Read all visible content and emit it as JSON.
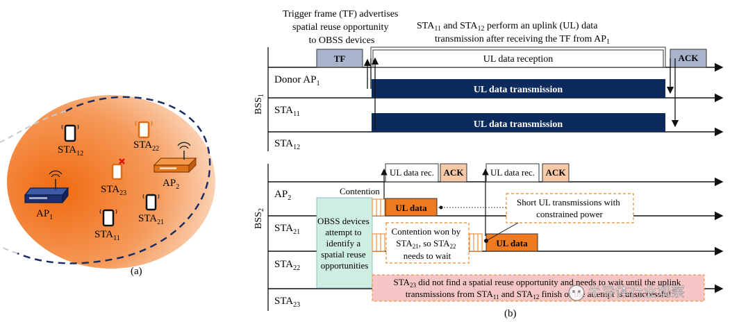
{
  "panel_a": {
    "caption": "(a)",
    "nodes": {
      "sta12": {
        "base": "STA",
        "sub": "12"
      },
      "sta22": {
        "base": "STA",
        "sub": "22"
      },
      "sta23": {
        "base": "STA",
        "sub": "23"
      },
      "ap2": {
        "base": "AP",
        "sub": "2"
      },
      "ap1": {
        "base": "AP",
        "sub": "1"
      },
      "sta21": {
        "base": "STA",
        "sub": "21"
      },
      "sta11": {
        "base": "STA",
        "sub": "11"
      }
    }
  },
  "panel_b": {
    "caption": "(b)",
    "annotations": {
      "trigger_l1": "Trigger frame (TF) advertises",
      "trigger_l2": "spatial reuse opportunity",
      "trigger_l3": "to OBSS devices",
      "uplink_l1_a": "STA",
      "uplink_l1_b": "11",
      "uplink_l1_c": " and STA",
      "uplink_l1_d": "12",
      "uplink_l1_e": " perform an uplink (UL) data",
      "uplink_l2_a": "transmission after receiving the TF from AP",
      "uplink_l2_b": "1"
    },
    "bss1": {
      "label": "BSS",
      "sub": "1",
      "rows": {
        "donor": {
          "base": "Donor AP",
          "sub": "1"
        },
        "sta11": {
          "base": "STA",
          "sub": "11"
        },
        "sta12": {
          "base": "STA",
          "sub": "12"
        }
      },
      "tf": "TF",
      "ul_reception": "UL data reception",
      "ack": "ACK",
      "ul_tx1": "UL data transmission",
      "ul_tx2": "UL data transmission"
    },
    "bss2": {
      "label": "BSS",
      "sub": "2",
      "rows": {
        "ap2": {
          "base": "AP",
          "sub": "2"
        },
        "sta21": {
          "base": "STA",
          "sub": "21"
        },
        "sta22": {
          "base": "STA",
          "sub": "22"
        },
        "sta23": {
          "base": "STA",
          "sub": "23"
        }
      },
      "contention": "Contention",
      "obss": [
        "OBSS devices",
        "attempt to",
        "identify a",
        "spatial reuse",
        "opportunities"
      ],
      "ul_rec1": "UL data rec.",
      "ack1": "ACK",
      "ul_rec2": "UL data rec.",
      "ack2": "ACK",
      "ul_data1": "UL data",
      "ul_data2": "UL data",
      "short_ul_l1": "Short UL transmissions with",
      "short_ul_l2": "constrained power",
      "won_l1": "Contention won by",
      "won_l2_a": "STA",
      "won_l2_b": "21",
      "won_l2_c": ", so STA",
      "won_l2_d": "22",
      "won_l3": "needs to wait",
      "sta23_l1_a": "STA",
      "sta23_l1_b": "23",
      "sta23_l1_c": " did not find a spatial reuse opportunity and needs to wait until the uplink",
      "sta23_l2_a": "transmissions from STA",
      "sta23_l2_b": "11",
      "sta23_l2_c": " and STA",
      "sta23_l2_d": "12",
      "sta23_l2_e": " finish or the attempt is unsuccessful"
    }
  },
  "watermark": "半导体行业观察",
  "colors": {
    "orange": "#f07a1e",
    "navy": "#0d2a5c",
    "grey_box": "#a9b4cc",
    "ack_peach": "#f8c9a7",
    "obss_green": "#cdeee0",
    "pink": "#f6c6c6",
    "dashed_orange": "#e58a2b"
  }
}
